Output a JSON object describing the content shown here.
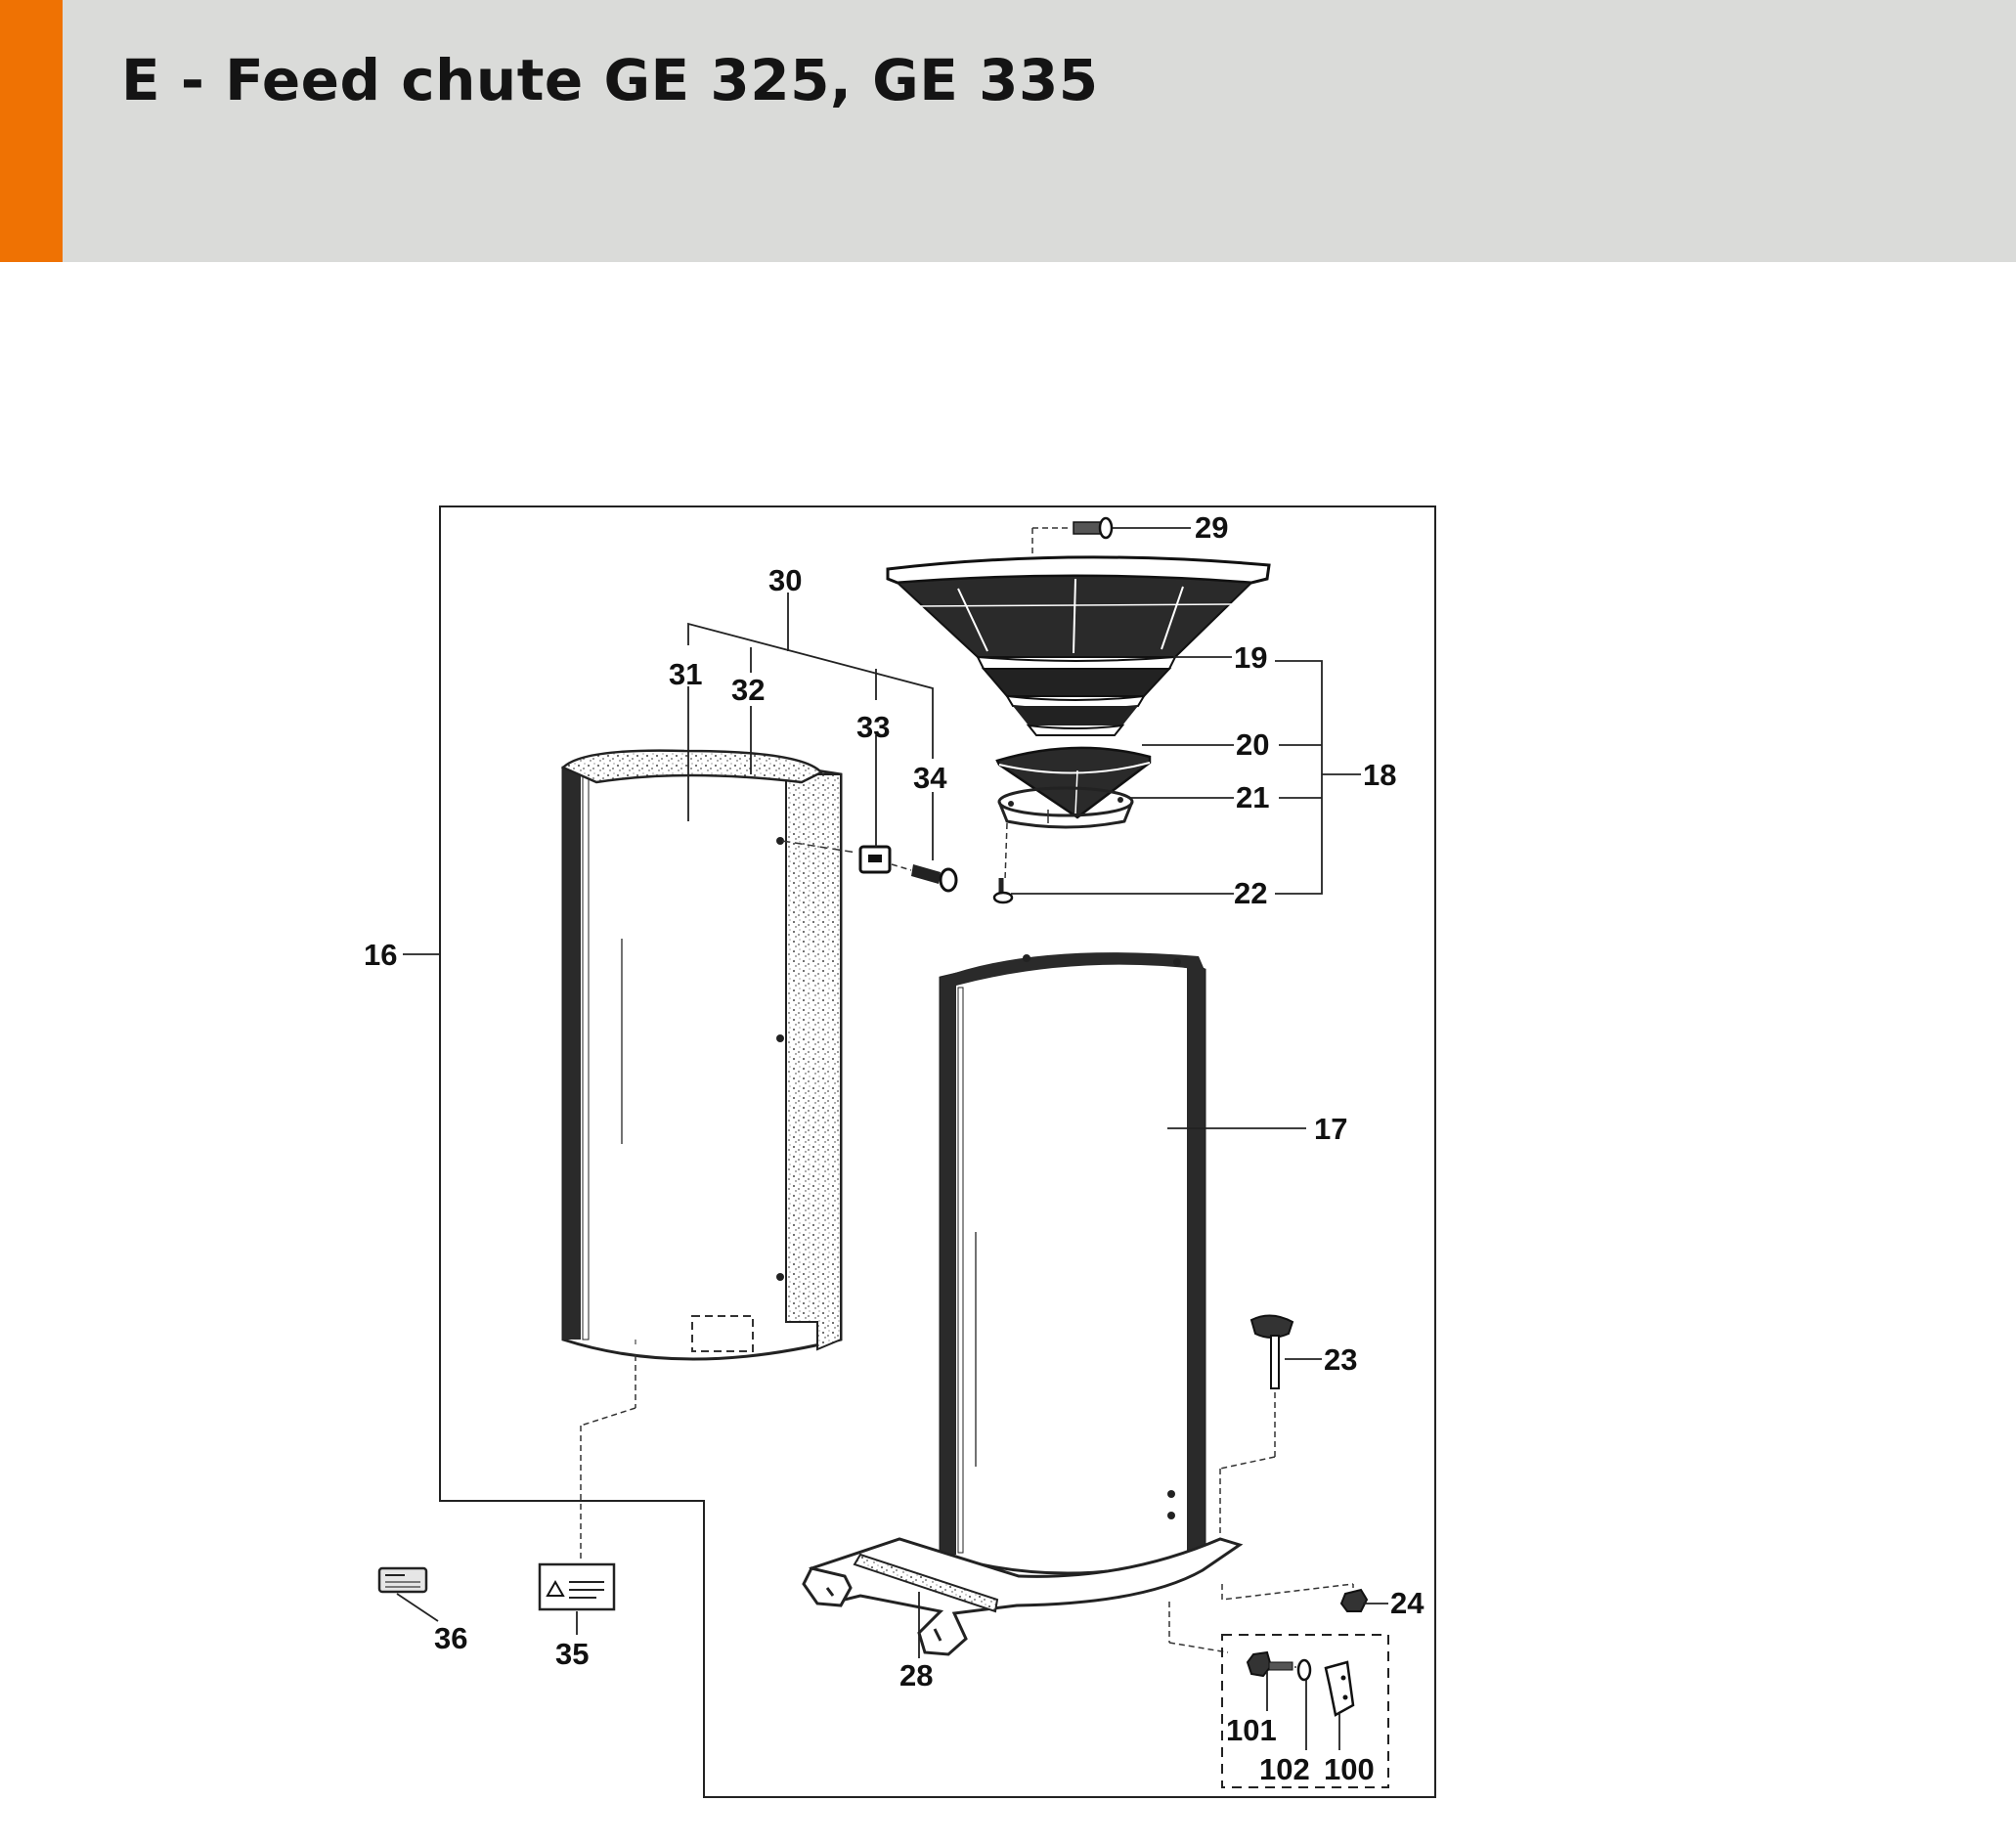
{
  "header": {
    "title": "E - Feed chute GE 325, GE 335",
    "accent_color": "#ef7203",
    "band_color": "#dadbd9"
  },
  "diagram": {
    "callouts": {
      "c16": "16",
      "c17": "17",
      "c18": "18",
      "c19": "19",
      "c20": "20",
      "c21": "21",
      "c22": "22",
      "c23": "23",
      "c24": "24",
      "c28": "28",
      "c29": "29",
      "c30": "30",
      "c31": "31",
      "c32": "32",
      "c33": "33",
      "c34": "34",
      "c35": "35",
      "c36": "36",
      "c100": "100",
      "c101": "101",
      "c102": "102"
    }
  }
}
